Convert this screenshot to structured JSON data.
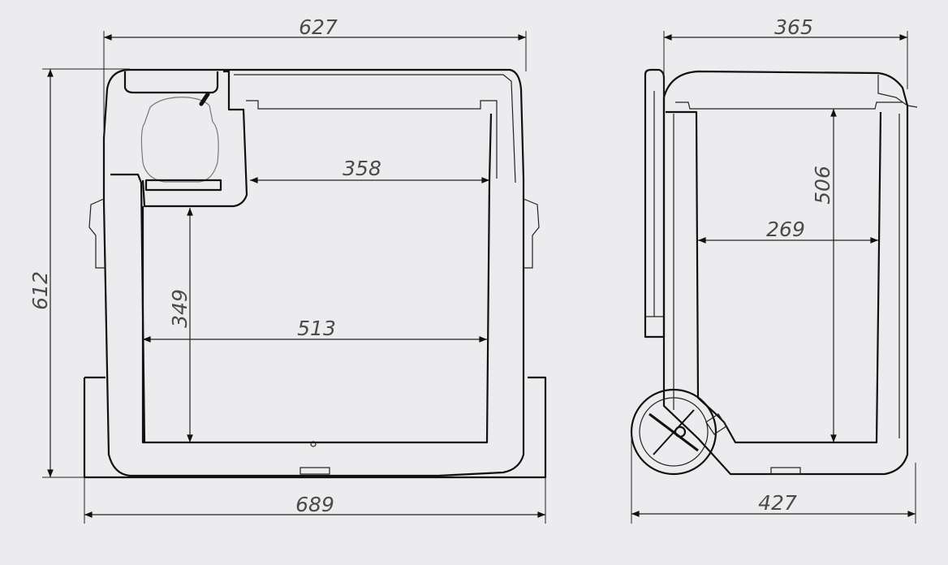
{
  "drawing": {
    "front_view": {
      "dimensions": {
        "overall_width": "627",
        "overall_height": "612",
        "width_with_feet": "689",
        "inner_upper_width": "358",
        "inner_height": "349",
        "inner_width": "513"
      }
    },
    "side_view": {
      "dimensions": {
        "overall_depth": "365",
        "depth_with_wheels": "427",
        "inner_height": "506",
        "inner_depth": "269"
      }
    },
    "colors": {
      "background": "#ececee",
      "lines": "#111111",
      "labels": "#4a4a4a"
    }
  }
}
